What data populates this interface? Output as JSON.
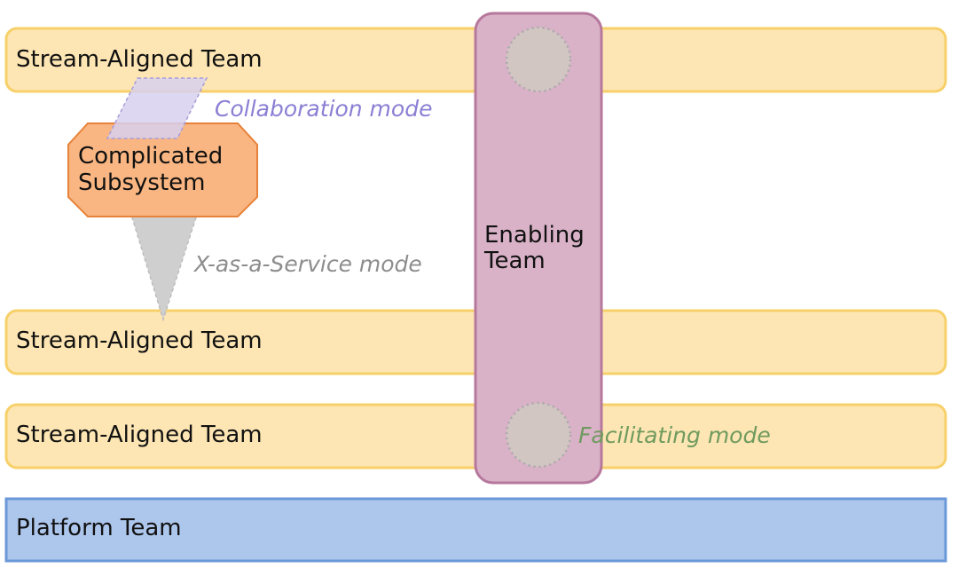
{
  "colors": {
    "stream_fill": "#fde6b3",
    "stream_stroke": "#f7d06a",
    "platform_fill": "#adc6ec",
    "platform_stroke": "#6a98d8",
    "enabling_fill": "#d9b2c8",
    "enabling_stroke": "#b6789c",
    "subsystem_fill": "#f9b682",
    "subsystem_stroke": "#e6823a",
    "collaboration_text": "#8b7fd4",
    "collaboration_fill": "#d7d0ee",
    "xaas_text": "#8d8d8d",
    "xaas_fill": "#cfcfcf",
    "facilitating_text": "#6f9a5e",
    "facilitating_fill": "#d2c6c2"
  },
  "teams": {
    "stream_top": "Stream-Aligned Team",
    "stream_middle": "Stream-Aligned Team",
    "stream_bottom": "Stream-Aligned Team",
    "platform": "Platform Team",
    "enabling": [
      "Enabling",
      "Team"
    ],
    "complicated_subsystem": [
      "Complicated",
      "Subsystem"
    ]
  },
  "modes": {
    "collaboration": "Collaboration mode",
    "xaas": "X-as-a-Service mode",
    "facilitating": "Facilitating mode"
  }
}
